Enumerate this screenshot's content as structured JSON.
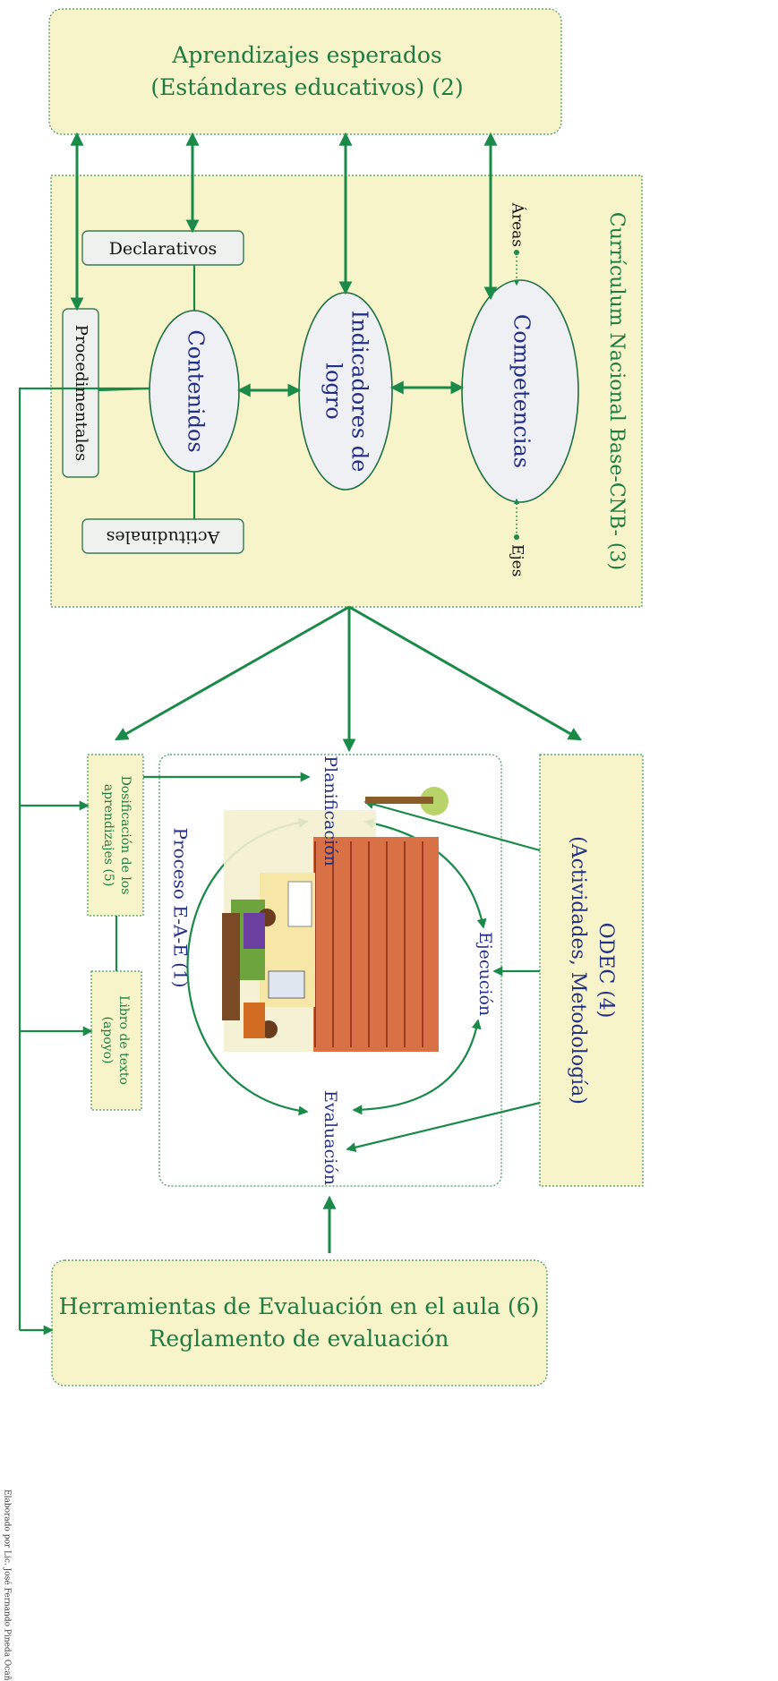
{
  "nodes": {
    "aprendizajes": {
      "line1": "Aprendizajes esperados",
      "line2": "(Estándares educativos) (2)"
    },
    "curriculum": "Currículum Nacional Base-CNB-  (3)",
    "declarativos": "Declarativos",
    "actitudinales": "Actitudinales",
    "procedimentales": "Procedimentales",
    "contenidos": "Contenidos",
    "indicadores": {
      "line1": "Indicadores de",
      "line2": "logro"
    },
    "competencias": "Competencias",
    "areas": "Áreas",
    "ejes": "Ejes",
    "odec": {
      "line1": "ODEC  (4)",
      "line2": "(Actividades, Metodología)"
    },
    "dosificacion": {
      "line1": "Dosificación de los",
      "line2": "aprendizajes (5)"
    },
    "libro": {
      "line1": "Libro de texto",
      "line2": "(apoyo)"
    },
    "proceso": {
      "title": "Proceso E-A-E (1)",
      "planificacion": "Planificación",
      "ejecucion": "Ejecución",
      "evaluacion": "Evaluación"
    },
    "herramientas": {
      "line1": "Herramientas de Evaluación en el aula (6)",
      "line2": "Reglamento de evaluación"
    }
  },
  "credit": "Elaborado por Lic. José Fernando Pineda Ocaña",
  "colors": {
    "green": "#1a8a48",
    "yellow": "#f6f4c8",
    "blue": "#232f86"
  }
}
